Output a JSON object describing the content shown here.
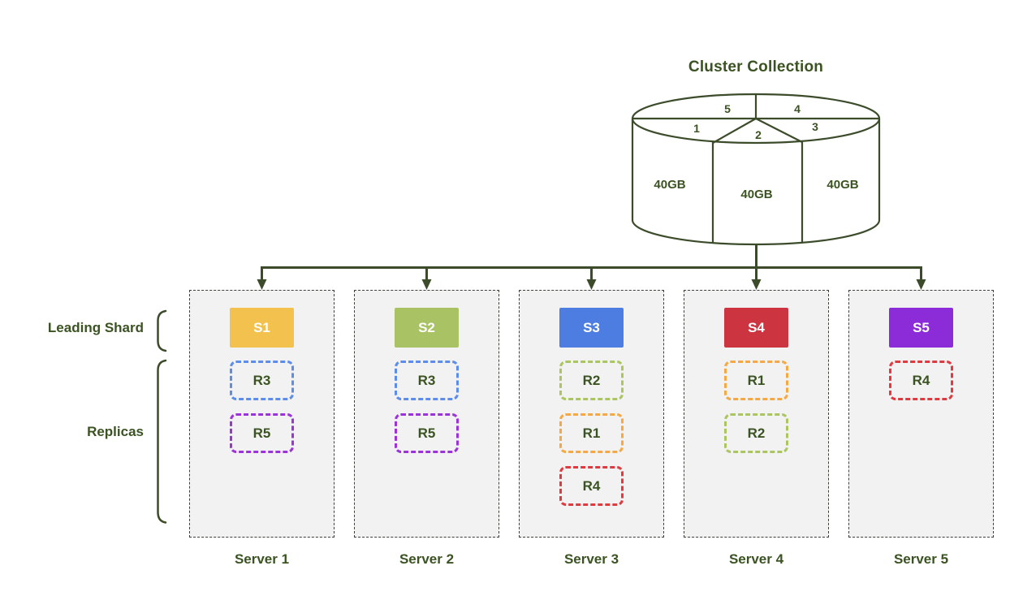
{
  "title": "Cluster Collection",
  "cluster": {
    "pie_labels": [
      "5",
      "4",
      "1",
      "2",
      "3"
    ],
    "capacity_labels": [
      "40GB",
      "40GB",
      "40GB"
    ]
  },
  "annotations": {
    "leading_shard": "Leading Shard",
    "replicas": "Replicas"
  },
  "colors": {
    "text_green": "#3B5322",
    "line_green": "#3C4C2B",
    "server_bg": "#F2F2F2",
    "server_border": "#3F4139"
  },
  "servers": [
    {
      "name": "Server 1",
      "shard": {
        "label": "S1",
        "color": "#F2C14E"
      },
      "replicas": [
        {
          "label": "R3",
          "color": "#5C8DEC"
        },
        {
          "label": "R5",
          "color": "#9C32DC"
        }
      ]
    },
    {
      "name": "Server 2",
      "shard": {
        "label": "S2",
        "color": "#A9C364"
      },
      "replicas": [
        {
          "label": "R3",
          "color": "#5C8DEC"
        },
        {
          "label": "R5",
          "color": "#9C32DC"
        }
      ]
    },
    {
      "name": "Server 3",
      "shard": {
        "label": "S3",
        "color": "#4E7DE2"
      },
      "replicas": [
        {
          "label": "R2",
          "color": "#ABC661"
        },
        {
          "label": "R1",
          "color": "#F5A843"
        },
        {
          "label": "R4",
          "color": "#DF3A40"
        }
      ]
    },
    {
      "name": "Server 4",
      "shard": {
        "label": "S4",
        "color": "#CC3440"
      },
      "replicas": [
        {
          "label": "R1",
          "color": "#F5A843"
        },
        {
          "label": "R2",
          "color": "#ABC661"
        }
      ]
    },
    {
      "name": "Server 5",
      "shard": {
        "label": "S5",
        "color": "#8C2CD8"
      },
      "replicas": [
        {
          "label": "R4",
          "color": "#DF3A40"
        }
      ]
    }
  ]
}
